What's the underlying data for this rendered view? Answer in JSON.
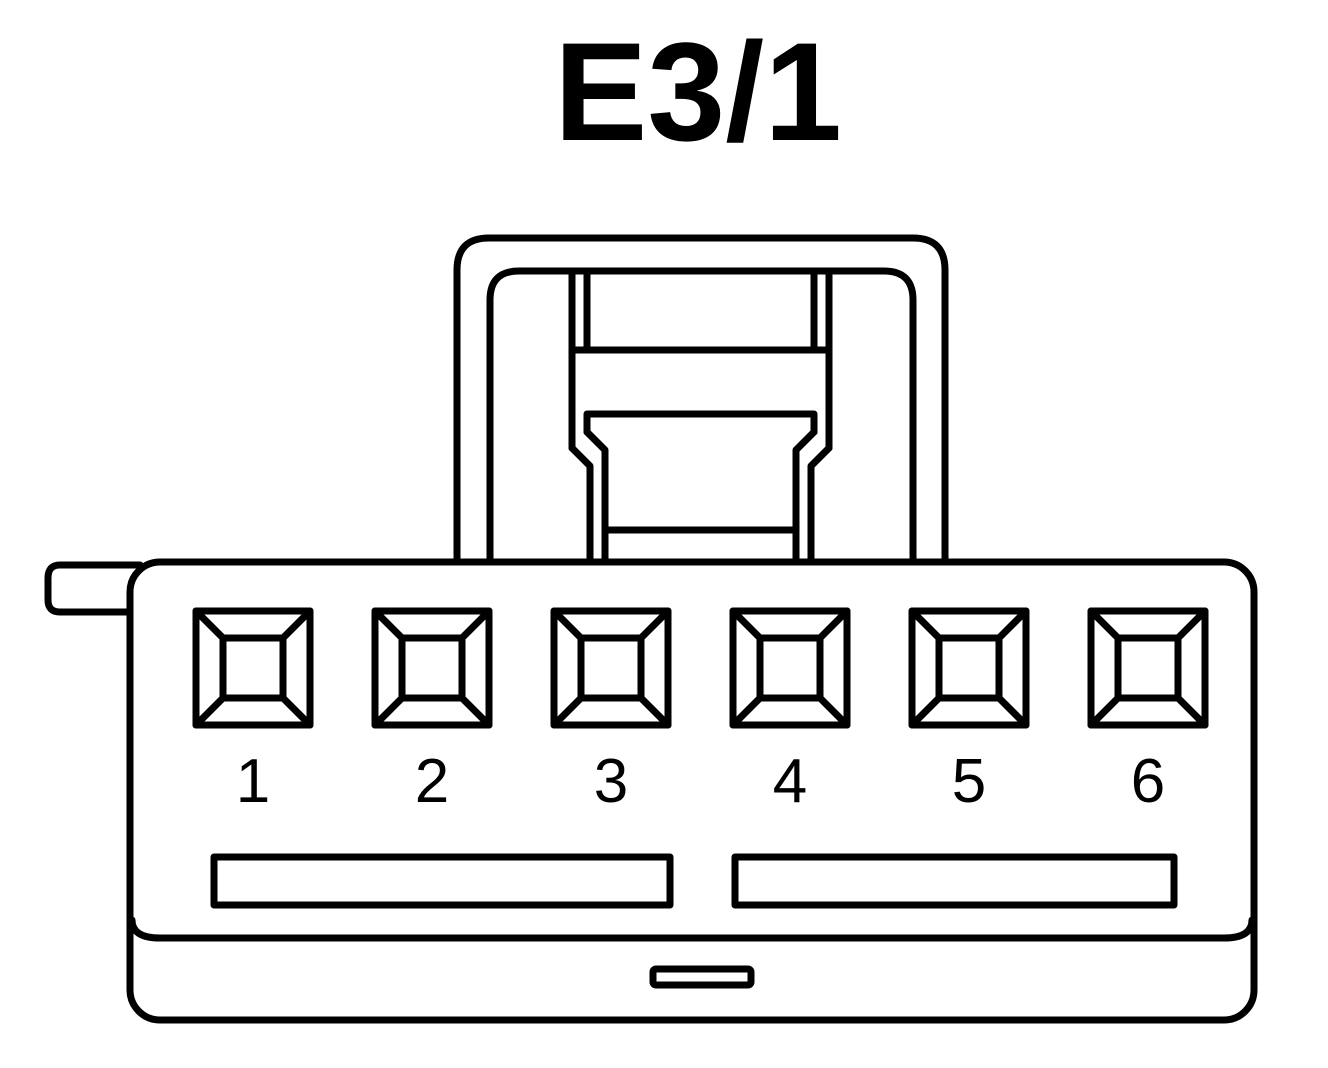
{
  "connector": {
    "title": "E3/1",
    "pins": [
      {
        "label": "1"
      },
      {
        "label": "2"
      },
      {
        "label": "3"
      },
      {
        "label": "4"
      },
      {
        "label": "5"
      },
      {
        "label": "6"
      }
    ]
  },
  "colors": {
    "line": "#000000",
    "background": "#ffffff"
  }
}
